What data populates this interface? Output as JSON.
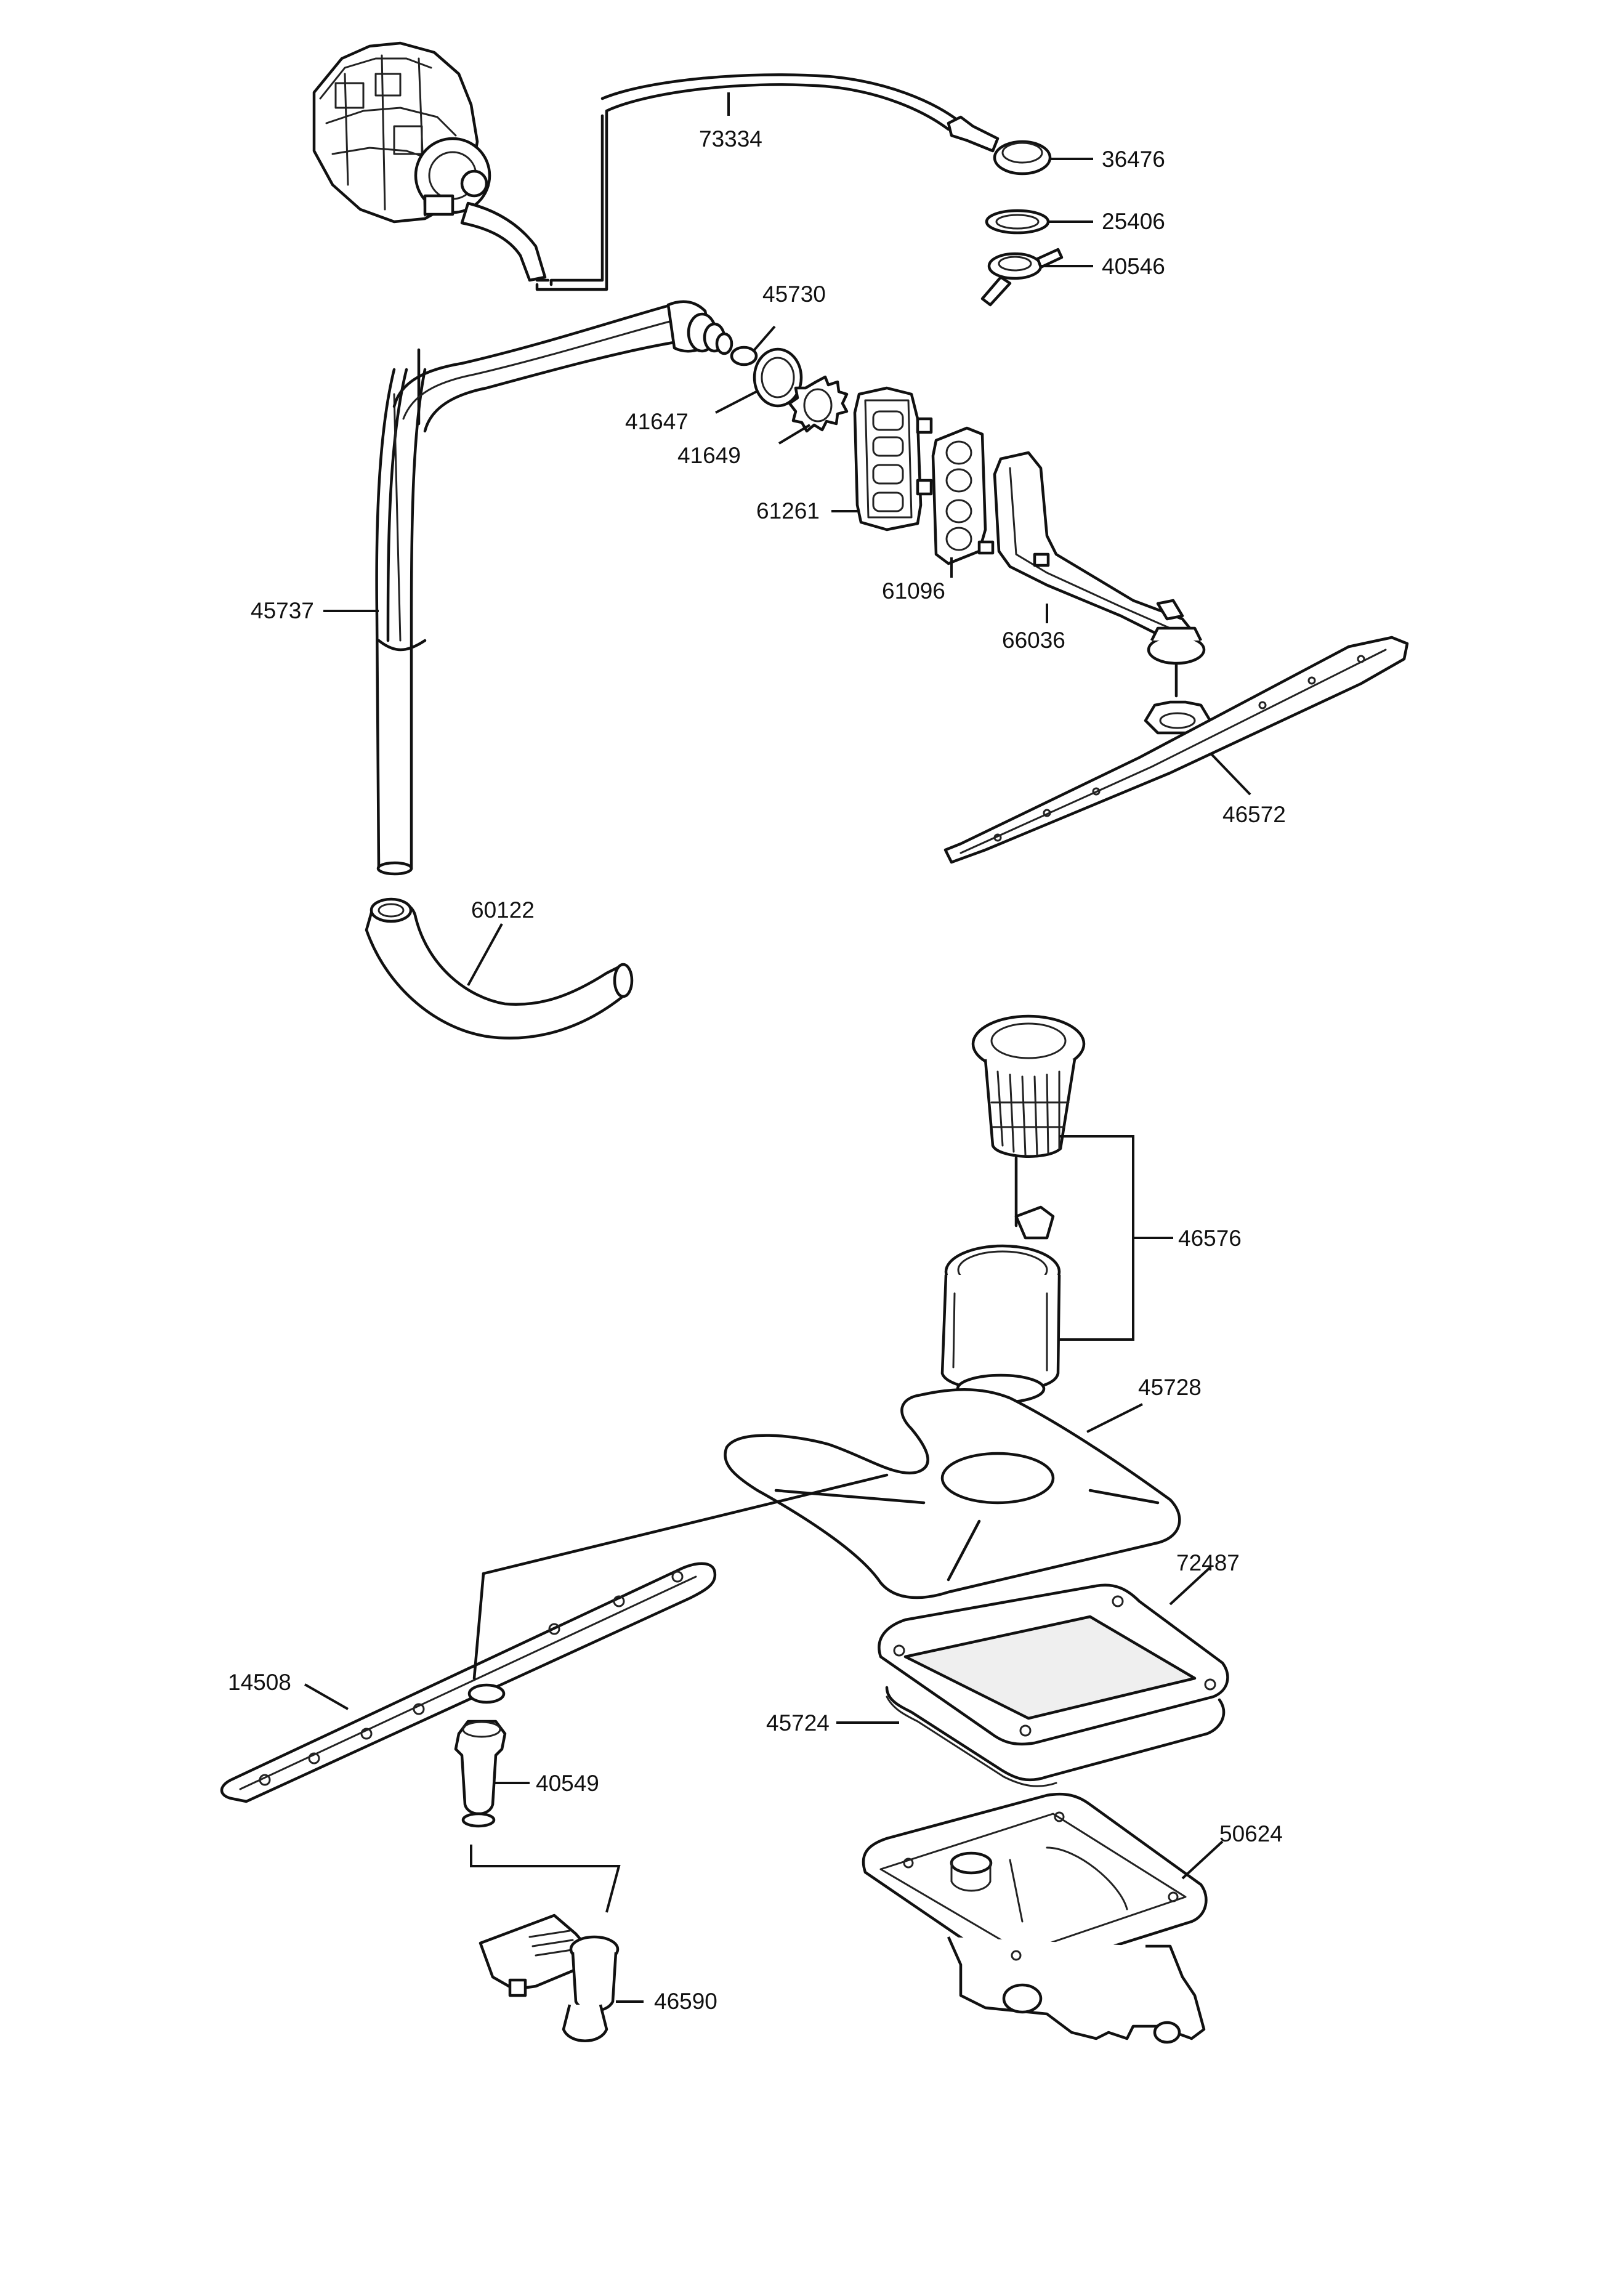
{
  "part_numbers": {
    "p73334": "73334",
    "p36476": "36476",
    "p25406": "25406",
    "p40546": "40546",
    "p45730": "45730",
    "p41647": "41647",
    "p41649": "41649",
    "p61261": "61261",
    "p61096": "61096",
    "p66036": "66036",
    "p45737": "45737",
    "p46572": "46572",
    "p60122": "60122",
    "p46576": "46576",
    "p45728": "45728",
    "p72487": "72487",
    "p14508": "14508",
    "p45724": "45724",
    "p40549": "40549",
    "p50624": "50624",
    "p46590": "46590"
  }
}
